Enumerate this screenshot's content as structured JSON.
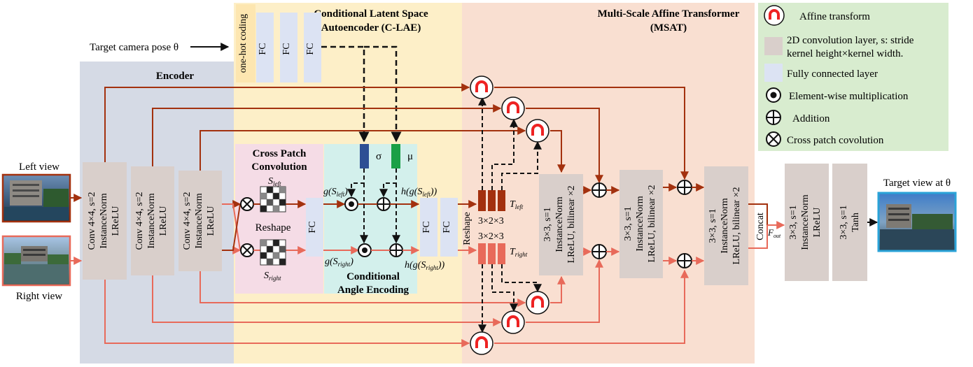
{
  "input": {
    "camera_pose": "Target camera pose θ",
    "left_view": "Left view",
    "right_view": "Right view",
    "target_view": "Target view at θ"
  },
  "sections": {
    "encoder": "Encoder",
    "clae_line1": "Conditional Latent Space",
    "clae_line2": "Autoencoder (C-LAE)",
    "msat_line1": "Multi-Scale Affine Transformer",
    "msat_line2": "(MSAT)",
    "cpc_line1": "Cross Patch",
    "cpc_line2": "Convolution",
    "cae_line1": "Conditional",
    "cae_line2": "Angle Encoding"
  },
  "encoder_blocks": [
    {
      "l1": "Conv 4×4, s=2",
      "l2": "InstanceNorm",
      "l3": "LReLU"
    },
    {
      "l1": "Conv 4×4, s=2",
      "l2": "InstanceNorm",
      "l3": "LReLU"
    },
    {
      "l1": "Conv 4×4, s=2",
      "l2": "InstanceNorm",
      "l3": "LReLU"
    }
  ],
  "clae": {
    "onehot": "one-hot coding",
    "fc": "FC",
    "sigma": "σ",
    "mu": "μ",
    "reshape": "Reshape",
    "reshape2": "Reshape",
    "s_left": "S",
    "s_left_sub": "left",
    "s_right": "S",
    "s_right_sub": "right",
    "g_left": "g(S",
    "g_left_sub": "left",
    "g_right": "g(S",
    "g_right_sub": "right",
    "h_left": "h(g(S",
    "h_left_sub": "left",
    "h_right": "h(g(S",
    "h_right_sub": "right",
    "close1": ")",
    "close2": "))"
  },
  "msat": {
    "dim_top": "3×2×3",
    "dim_bot": "3×2×3",
    "t_left": "T",
    "t_left_sub": "left",
    "t_right": "T",
    "t_right_sub": "right",
    "block1": {
      "l1": "3×3, s=1",
      "l2": "InstanceNorm",
      "l3": "LReLU, bilinear ×2"
    },
    "block2": {
      "l1": "3×3, s=1",
      "l2": "InstanceNorm",
      "l3": "LReLU, bilinear ×2"
    },
    "block3": {
      "l1": "3×3, s=1",
      "l2": "InstanceNorm",
      "l3": "LReLU,  bilinear ×2"
    },
    "concat": "Concat",
    "fout": "F",
    "fout_sub": "out"
  },
  "decoder": [
    {
      "l1": "3×3, s=1",
      "l2": "InstanceNorm",
      "l3": "LReLU"
    },
    {
      "l1": "3×3, s=1",
      "l2": "Tanh"
    }
  ],
  "legend": {
    "affine": "Affine transform",
    "conv1": "2D convolution layer, s: stride",
    "conv2": "kernel height×kernel width.",
    "fc": "Fully connected layer",
    "mult": "Element-wise multiplication",
    "add": "Addition",
    "cross": "Cross patch covolution"
  },
  "colors": {
    "encoder_bg": "#d5dae5",
    "clae_bg": "#fdefc8",
    "msat_bg": "#f9dfd1",
    "cpc_bg": "#f5dce6",
    "cae_bg": "#d3f0ec",
    "legend_bg": "#d8eccf",
    "conv_block": "#d9cfcb",
    "fc_block": "#dce3f3",
    "dark_red": "#a3310e",
    "light_red": "#e86a5a",
    "sigma": "#2d4f94",
    "mu": "#1aa046",
    "view_border_top": "#a3310e",
    "view_border_bottom": "#e86a5a",
    "target_border": "#2aa3d8"
  }
}
